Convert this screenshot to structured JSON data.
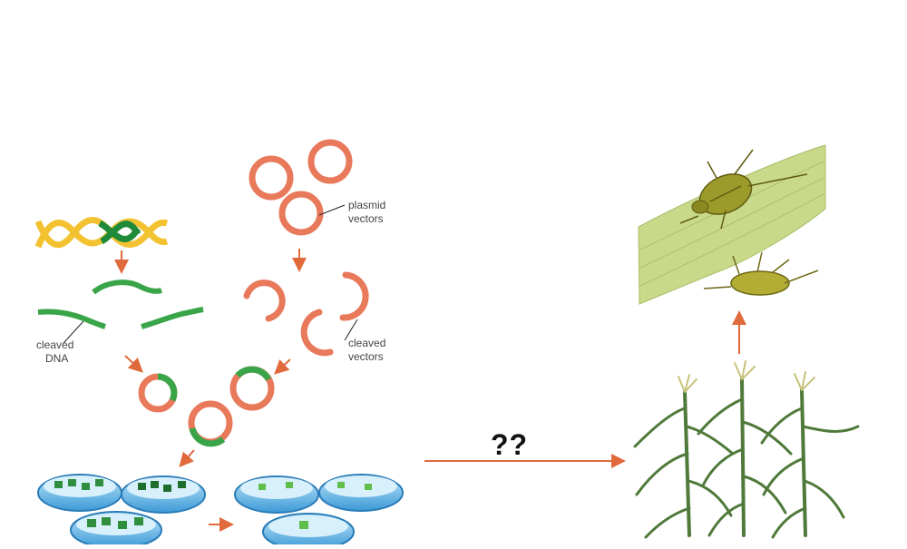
{
  "labels": {
    "plasmid_vectors_line1": "plasmid",
    "plasmid_vectors_line2": "vectors",
    "cleaved_dna_line1": "cleaved",
    "cleaved_dna_line2": "DNA",
    "cleaved_vectors_line1": "cleaved",
    "cleaved_vectors_line2": "vectors",
    "unknown_step": "??"
  },
  "colors": {
    "plasmid": "#e8795a",
    "dna_green": "#3aa548",
    "dna_yellow": "#f2c230",
    "arrow": "#e06a3c",
    "leaf": "#c9d98a",
    "beetle": "#9c9a2a",
    "corn": "#4f7a3a",
    "dish": "#5ab0e0"
  }
}
